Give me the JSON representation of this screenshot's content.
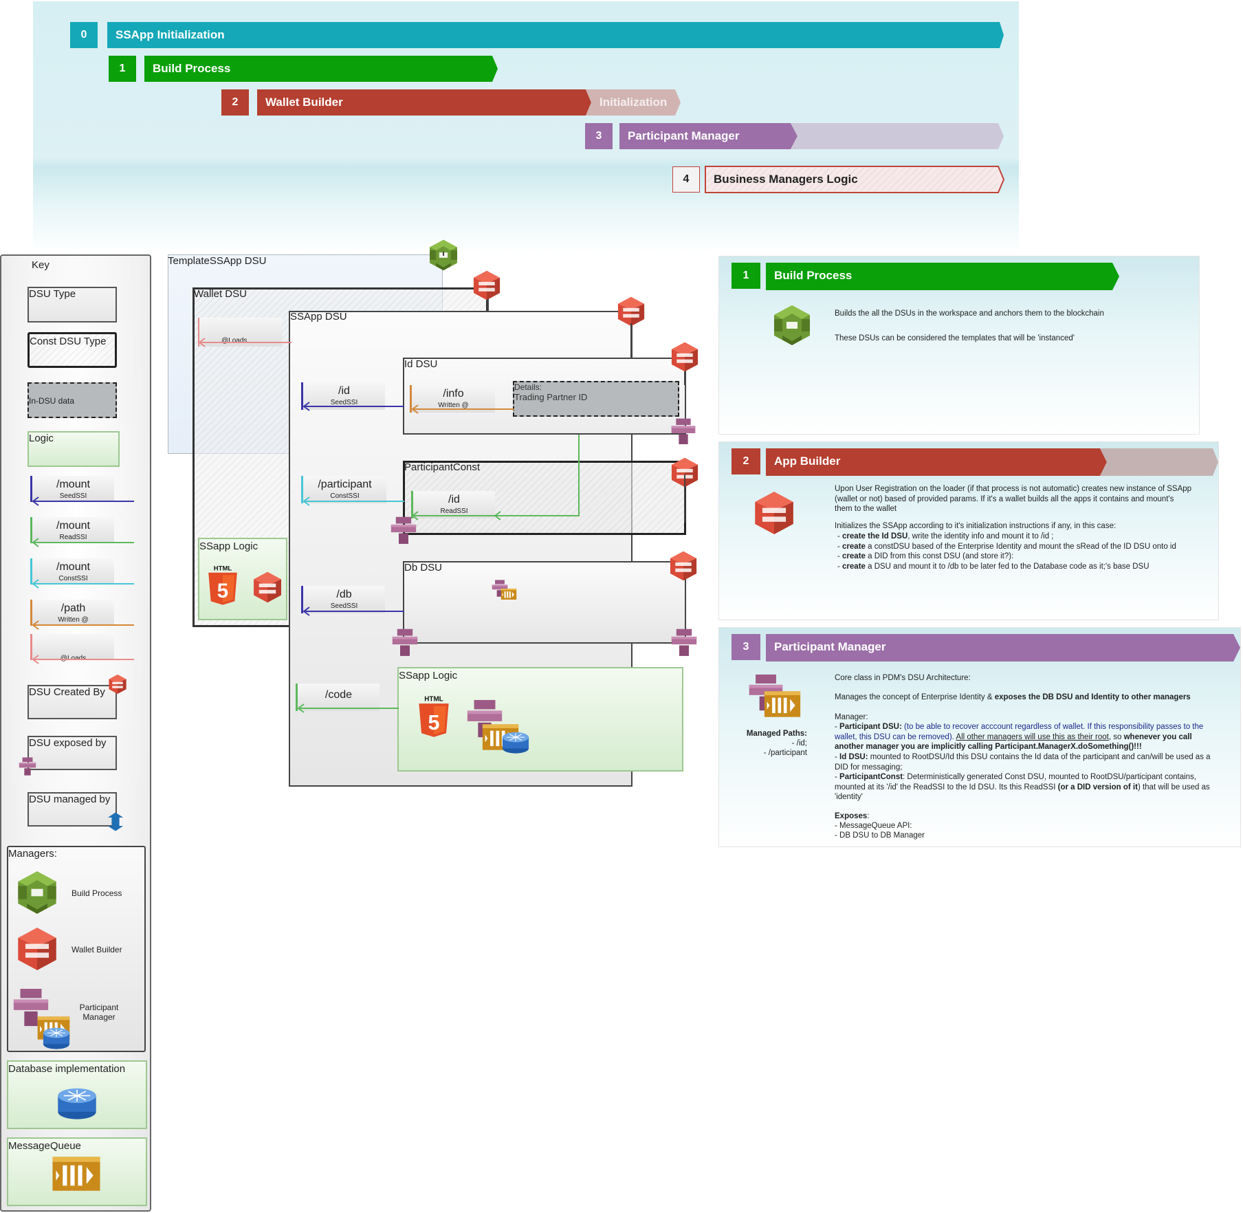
{
  "timeline": {
    "steps": [
      {
        "num": "0",
        "label": "SSApp Initialization",
        "color": "#15a8b8"
      },
      {
        "num": "1",
        "label": "Build Process",
        "color": "#0aa00a"
      },
      {
        "num": "2",
        "label": "Wallet Builder",
        "sub": "Initialization",
        "color": "#b53f30"
      },
      {
        "num": "3",
        "label": "Participant Manager",
        "color": "#9c6fa8"
      },
      {
        "num": "4",
        "label": "Business Managers Logic",
        "color": "#c0433a"
      }
    ]
  },
  "key": {
    "title": "Key",
    "dsu_type": "DSU Type",
    "const_dsu_type": "Const DSU Type",
    "in_dsu_data": "In-DSU data",
    "logic": "Logic",
    "mounts": [
      {
        "path": "/mount",
        "ssi": "SeedSSI",
        "color": "#3a35a8"
      },
      {
        "path": "/mount",
        "ssi": "ReadSSI",
        "color": "#5cb85c"
      },
      {
        "path": "/mount",
        "ssi": "ConstSSI",
        "color": "#46c6d6"
      },
      {
        "path": "/path",
        "ssi": "Written @",
        "color": "#d4883a"
      },
      {
        "path": "",
        "ssi": "@Loads",
        "color": "#e88a8a"
      }
    ],
    "created_by": "DSU Created By",
    "exposed_by": "DSU exposed by",
    "managed_by": "DSU managed by",
    "managers_title": "Managers:",
    "managers": [
      "Build Process",
      "Wallet Builder",
      "Participant Manager"
    ],
    "database": "Database implementation",
    "queue": "MessageQueue"
  },
  "diagram": {
    "template": "TemplateSSApp DSU",
    "wallet": "Wallet DSU",
    "loads": "@Loads",
    "ssapp": "SSApp DSU",
    "wallet_logic": "SSapp Logic",
    "id_dsu": "Id DSU",
    "id_mount": {
      "path": "/id",
      "ssi": "SeedSSI"
    },
    "info": {
      "path": "/info",
      "ssi": "Written @"
    },
    "details_title": "Details:",
    "details_value": "Trading Partner ID",
    "participant_const": "ParticipantConst",
    "participant_mount": {
      "path": "/participant",
      "ssi": "ConstSSI"
    },
    "pc_id": {
      "path": "/id",
      "ssi": "ReadSSI"
    },
    "db_dsu": "Db DSU",
    "db_mount": {
      "path": "/db",
      "ssi": "SeedSSI"
    },
    "code_mount": {
      "path": "/code"
    },
    "ssapp_logic": "SSapp Logic",
    "html_label": "HTML"
  },
  "panels": {
    "build": {
      "num": "1",
      "title": "Build Process",
      "line1": "Builds the all the DSUs in the workspace and anchors them to the blockchain",
      "line2": "These DSUs can be considered the templates that will be 'instanced'"
    },
    "app": {
      "num": "2",
      "title": "App Builder",
      "p1": "Upon User Registration on the loader (if that process is not automatic) creates new instance of SSApp (wallet or not) based of provided params. If it's a wallet builds all the apps it contains and mount's them to the wallet",
      "p2": "Initializes the SSApp according to it's initialization instructions if any, in this case:",
      "items": [
        {
          "b": "create the Id DSU",
          "t": ", write the identity info and mount it to /id ;"
        },
        {
          "b": "create",
          "t": " a constDSU based of the Enterprise Identity and mount the sRead of the ID DSU onto id"
        },
        {
          "b": "create",
          "t": " a DID from this const DSU (and store it?):"
        },
        {
          "b": "create",
          "t": " a DSU and mount it to /db to be later fed to the Database code as it;'s base DSU"
        }
      ]
    },
    "pm": {
      "num": "3",
      "title": "Participant Manager",
      "paths_title": "Managed Paths:",
      "paths": [
        "- /id;",
        "- /participant"
      ],
      "core": "Core class in PDM's DSU Architecture:",
      "manages_a": "Manages the concept of Enterprise Identity & ",
      "manages_b": "exposes the DB DSU and Identity to other managers",
      "manager": "Manager:",
      "pdsu_b": "Participant DSU:",
      "pdsu_t": " (to be able to recover acccount regardless of wallet. If this responsibility passes to the wallet, this DSU can be removed). ",
      "pdsu_u": "All other managers will use this as their root",
      "pdsu_t2": ", so ",
      "pdsu_b2": "whenever you call another manager you are implicitly calling Participant.ManagerX.doSomething()!!!",
      "iddsu_b": "Id DSU:",
      "iddsu_t": " mounted to RootDSU/Id this DSU contains the Id data of the participant and can/will be used as a DID for messaging;",
      "pc_b": "ParticipantConst",
      "pc_t": ": Deterministically generated Const DSU, mounted to RootDSU/participant contains, mounted at its '/id' the ReadSSI to the Id DSU. Its this ReadSSI ",
      "pc_b2": "(or a DID version of it",
      "pc_t2": ") that will be used as 'identity'",
      "exposes": "Exposes",
      "exp1": "- MessageQueue API:",
      "exp2": "- DB DSU to DB Manager"
    }
  },
  "icons": [
    "build-process-icon",
    "wallet-builder-icon",
    "participant-manager-icon",
    "database-icon",
    "message-queue-icon",
    "html5-icon"
  ]
}
